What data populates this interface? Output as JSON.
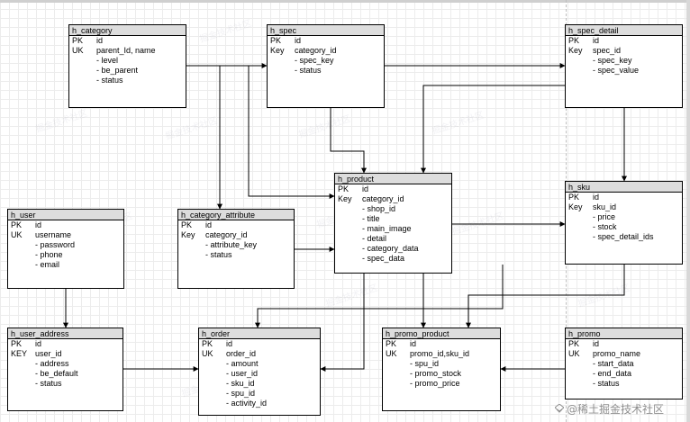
{
  "entities": {
    "h_category": {
      "title": "h_category",
      "rows": [
        {
          "key": "PK",
          "name": "id"
        },
        {
          "key": "UK",
          "name": "parent_Id, name"
        }
      ],
      "attrs": [
        "- level",
        "- be_parent",
        "- status"
      ]
    },
    "h_spec": {
      "title": "h_spec",
      "rows": [
        {
          "key": "PK",
          "name": "id"
        },
        {
          "key": "Key",
          "name": "category_id"
        }
      ],
      "attrs": [
        "- spec_key",
        "- status"
      ]
    },
    "h_spec_detail": {
      "title": "h_spec_detail",
      "rows": [
        {
          "key": "PK",
          "name": "id"
        },
        {
          "key": "Key",
          "name": "spec_id"
        }
      ],
      "attrs": [
        "- spec_key",
        "- spec_value"
      ]
    },
    "h_product": {
      "title": "h_product",
      "rows": [
        {
          "key": "PK",
          "name": "id"
        },
        {
          "key": "Key",
          "name": "category_id"
        }
      ],
      "attrs": [
        "- shop_id",
        "- title",
        "- main_image",
        "- detail",
        "- category_data",
        "- spec_data"
      ]
    },
    "h_sku": {
      "title": "h_sku",
      "rows": [
        {
          "key": "PK",
          "name": "id"
        },
        {
          "key": "Key",
          "name": "sku_id"
        }
      ],
      "attrs": [
        "- price",
        "- stock",
        "- spec_detail_ids"
      ]
    },
    "h_user": {
      "title": "h_user",
      "rows": [
        {
          "key": "PK",
          "name": "id"
        },
        {
          "key": "UK",
          "name": "username"
        }
      ],
      "attrs": [
        "- password",
        "- phone",
        "- email"
      ]
    },
    "h_category_attribute": {
      "title": "h_category_attribute",
      "rows": [
        {
          "key": "PK",
          "name": "id"
        },
        {
          "key": "Key",
          "name": "category_id"
        }
      ],
      "attrs": [
        "- attribute_key",
        "- status"
      ]
    },
    "h_user_address": {
      "title": "h_user_address",
      "rows": [
        {
          "key": "PK",
          "name": "id"
        },
        {
          "key": "KEY",
          "name": "user_id"
        }
      ],
      "attrs": [
        "- address",
        "- be_default",
        "- status"
      ]
    },
    "h_order": {
      "title": "h_order",
      "rows": [
        {
          "key": "PK",
          "name": "id"
        },
        {
          "key": "UK",
          "name": "order_id"
        }
      ],
      "attrs": [
        "- amount",
        "- user_id",
        "- sku_id",
        "- spu_id",
        "- activity_id"
      ]
    },
    "h_promo_product": {
      "title": "h_promo_product",
      "rows": [
        {
          "key": "PK",
          "name": "id"
        },
        {
          "key": "UK",
          "name": "promo_id,sku_id"
        }
      ],
      "attrs": [
        "- spu_id",
        "- promo_stock",
        "- promo_price"
      ]
    },
    "h_promo": {
      "title": "h_promo",
      "rows": [
        {
          "key": "PK",
          "name": "id"
        },
        {
          "key": "UK",
          "name": "promo_name"
        }
      ],
      "attrs": [
        "- start_data",
        "- end_data",
        "- status"
      ]
    }
  },
  "watermark": "掘金技术社区",
  "brand": {
    "text": "@稀土掘金技术社区",
    "icon": "juejin-logo-icon"
  },
  "colors": {
    "line": "#000000",
    "header": "#dddddd",
    "grid": "#ececec"
  }
}
